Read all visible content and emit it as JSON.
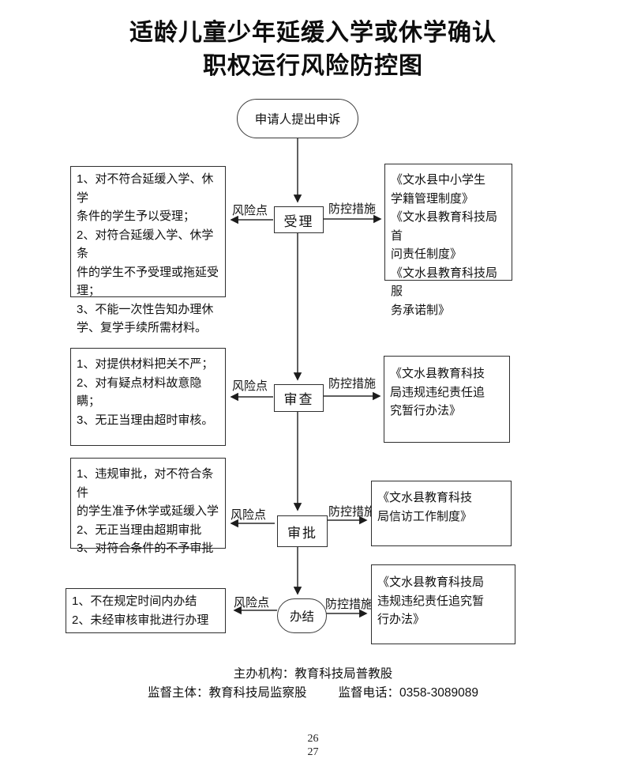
{
  "title": {
    "line1": "适龄儿童少年延缓入学或休学确认",
    "line2": "职权运行风险防控图"
  },
  "start": {
    "label": "申请人提出申诉"
  },
  "rows": [
    {
      "step": "受理",
      "risk_label": "风险点",
      "measure_label": "防控措施",
      "risks": [
        "1、对不符合延缓入学、休学\n条件的学生予以受理；",
        "2、对符合延缓入学、休学条\n件的学生不予受理或拖延受\n理；",
        "3、不能一次性告知办理休\n学、复学手续所需材料。"
      ],
      "measures": [
        "《文水县中小学生\n学籍管理制度》",
        "《文水县教育科技局首\n问责任制度》",
        "《文水县教育科技局服\n务承诺制》"
      ]
    },
    {
      "step": "审查",
      "risk_label": "风险点",
      "measure_label": "防控措施",
      "risks": [
        "1、对提供材料把关不严；",
        "2、对有疑点材料故意隐瞒；",
        "3、无正当理由超时审核。"
      ],
      "measures": [
        "《文水县教育科技\n局违规违纪责任追\n究暂行办法》"
      ]
    },
    {
      "step": "审批",
      "risk_label": "风险点",
      "measure_label": "防控措施",
      "risks": [
        "1、违规审批，对不符合条件\n的学生准予休学或延缓入学",
        "2、无正当理由超期审批",
        "3、对符合条件的不予审批"
      ],
      "measures": [
        "《文水县教育科技\n局信访工作制度》"
      ]
    },
    {
      "step": "办结",
      "risk_label": "风险点",
      "measure_label": "防控措施",
      "risks": [
        "1、不在规定时间内办结",
        "2、未经审核审批进行办理"
      ],
      "measures": [
        "《文水县教育科技局\n违规违纪责任追究暂\n行办法》"
      ]
    }
  ],
  "footer": {
    "organizer": "主办机构：教育科技局普教股",
    "supervisor": "监督主体：教育科技局监察股",
    "phone": "监督电话：0358-3089089"
  },
  "page_numbers": {
    "first": "26",
    "second": "27"
  }
}
